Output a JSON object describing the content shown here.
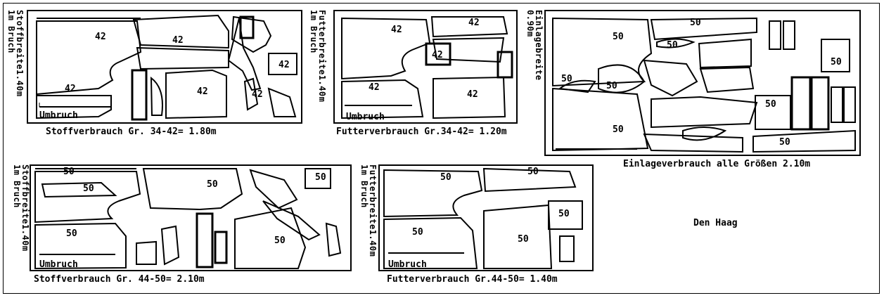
{
  "layouts": [
    {
      "id": "stoff-34-42",
      "side_label": "Stoffbreite1.40m\n1m Bruch",
      "caption": "Stoffverbrauch Gr. 34-42= 1.80m",
      "size": "42",
      "fold_label": "Umbruch"
    },
    {
      "id": "futter-34-42",
      "side_label": "Futterbreite1.40m\n1m Bruch",
      "caption": "Futterverbrauch Gr.34-42= 1.20m",
      "size": "42",
      "fold_label": "Umbruch"
    },
    {
      "id": "einlage-alle",
      "side_label": "Einlagebreite\n0.90m",
      "caption": "Einlageverbrauch alle Größen 2.10m",
      "size": "50",
      "fold_label": ""
    },
    {
      "id": "stoff-44-50",
      "side_label": "Stoffbreite1.40m\n1m Bruch",
      "caption": "Stoffverbrauch Gr. 44-50= 2.10m",
      "size": "50",
      "fold_label": "Umbruch"
    },
    {
      "id": "futter-44-50",
      "side_label": "Futterbreite1.40m\n1m Bruch",
      "caption": "Futterverbrauch Gr.44-50= 1.40m",
      "size": "50",
      "fold_label": "Umbruch"
    }
  ],
  "location_label": "Den Haag",
  "colors": {
    "line": "#000000",
    "background": "#ffffff"
  }
}
